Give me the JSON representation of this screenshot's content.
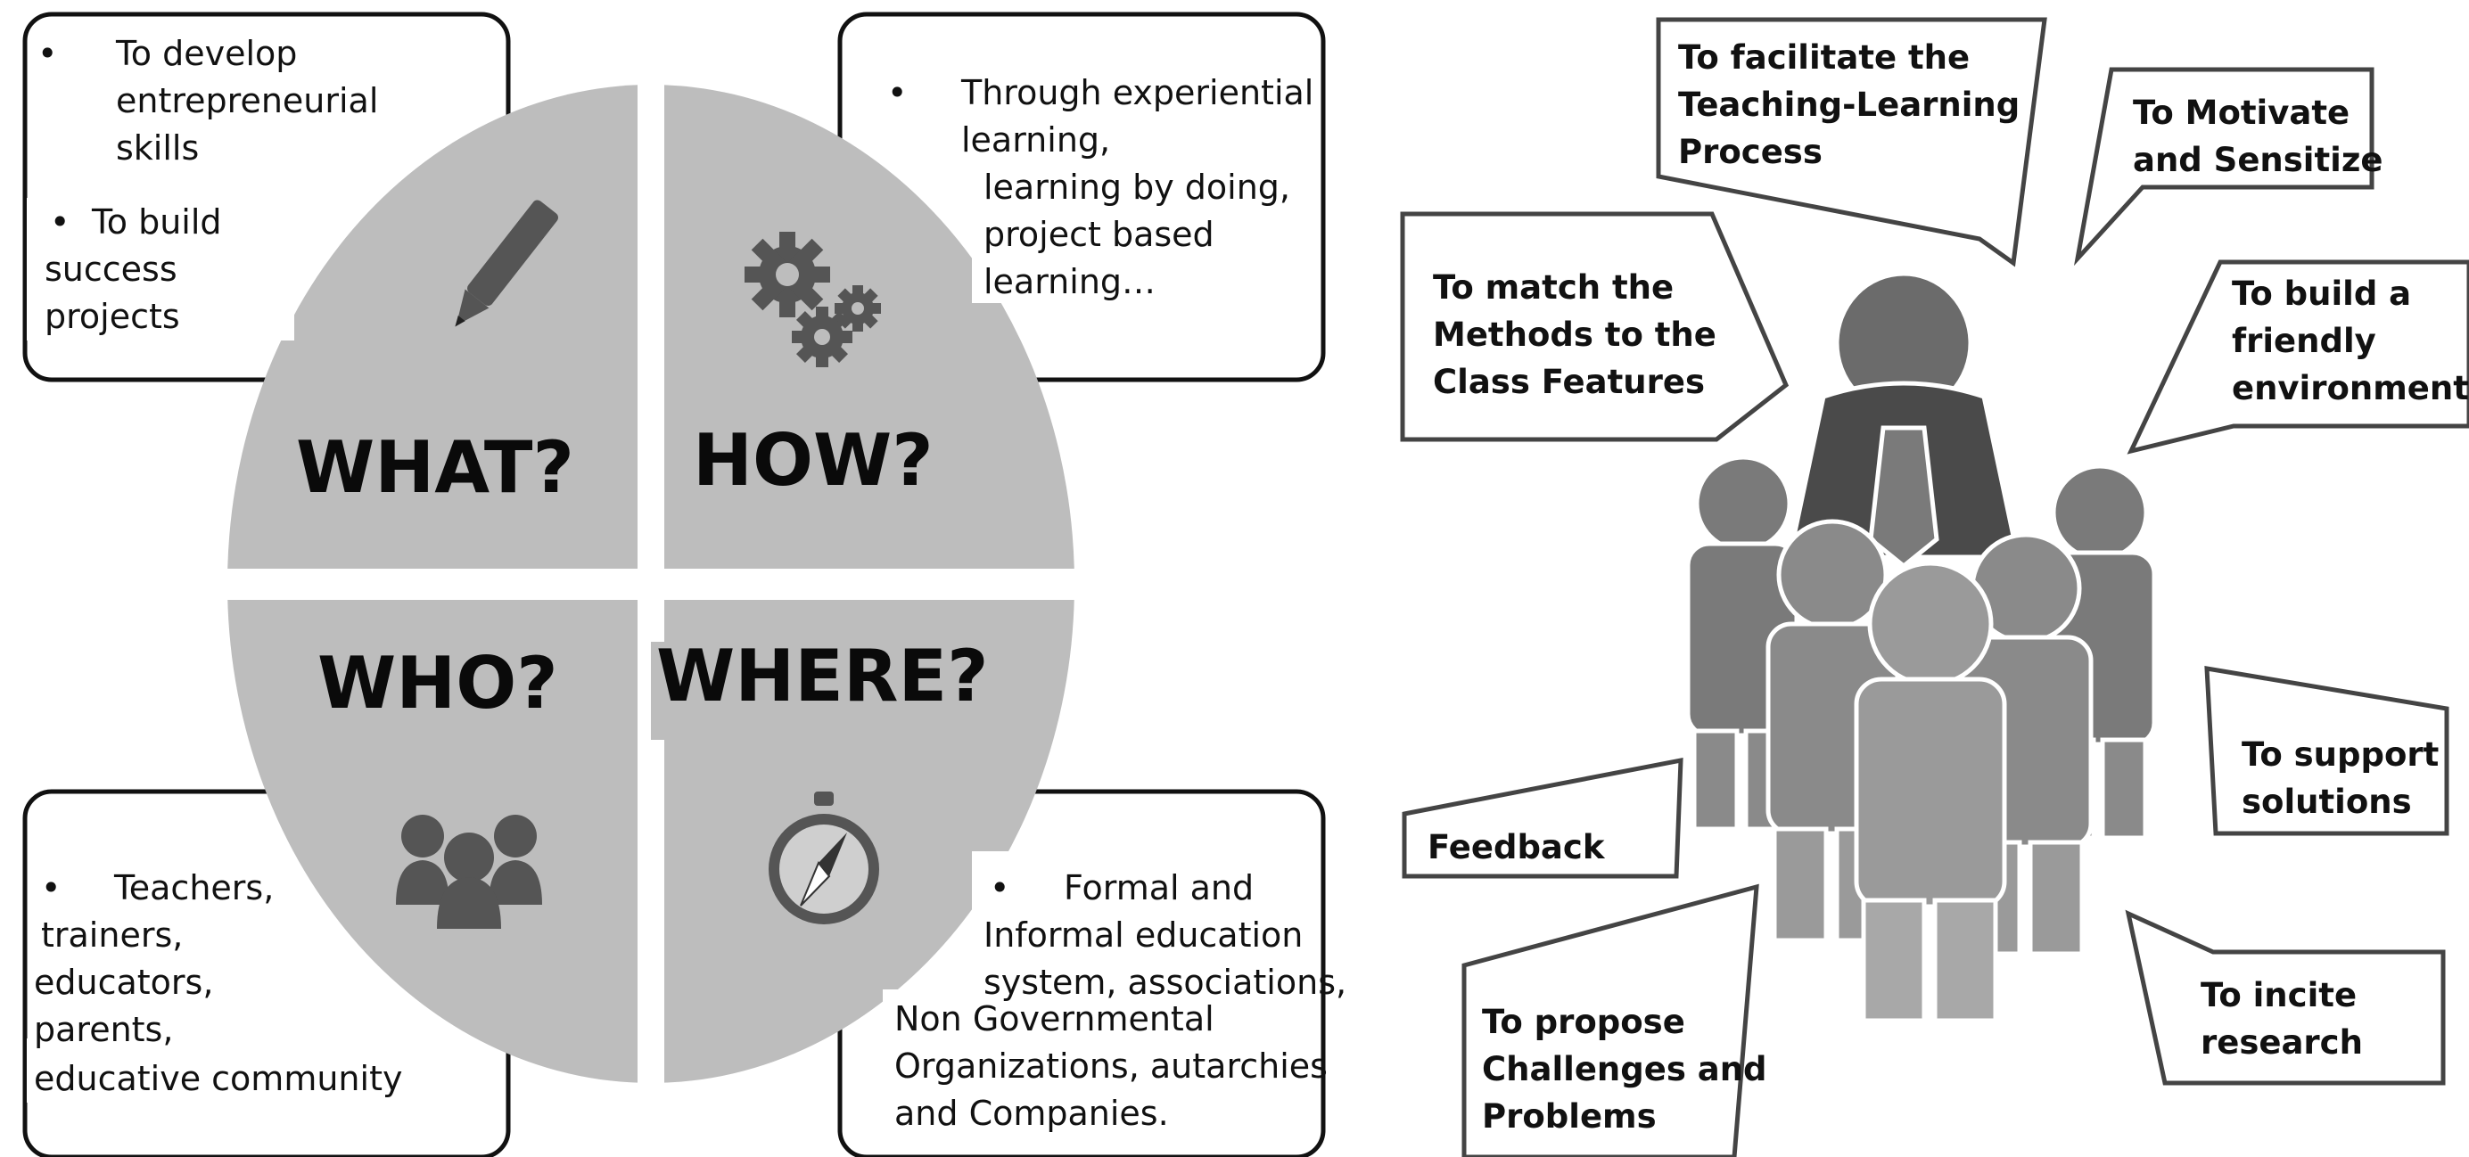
{
  "left": {
    "quadrants": {
      "what": "WHAT?",
      "how": "HOW?",
      "who": "WHO?",
      "where": "WHERE?"
    },
    "boxes": {
      "what": {
        "b1_l1": "To develop",
        "b1_l2": "entrepreneurial",
        "b1_l3": "skills",
        "b2_l1": "To build",
        "b2_l2": "success",
        "b2_l3": "projects"
      },
      "how": {
        "l1": "Through experiential",
        "l2": "learning,",
        "l3": "learning by doing,",
        "l4": "project based",
        "l5": "learning…"
      },
      "who": {
        "l1": "Teachers,",
        "l2": "trainers,",
        "l3": "educators,",
        "l4": "parents,",
        "l5": "educative community"
      },
      "where": {
        "l1": "Formal and",
        "l2": "Informal education",
        "l3": "system, associations,",
        "l4": "Non Governmental",
        "l5": "Organizations, autarchies",
        "l6": "and Companies."
      }
    },
    "icons": [
      "pencil-icon",
      "gears-icon",
      "people-icon",
      "compass-icon"
    ]
  },
  "right": {
    "goals": {
      "facilitate": [
        "To facilitate the",
        "Teaching-Learning",
        "Process"
      ],
      "motivate": [
        "To Motivate",
        "and Sensitize"
      ],
      "match": [
        "To match the",
        "Methods to the",
        "Class Features"
      ],
      "friendly": [
        "To build a",
        "friendly",
        "environment"
      ],
      "support": [
        "To support",
        "solutions"
      ],
      "feedback": [
        "Feedback"
      ],
      "propose": [
        "To propose",
        "Challenges and",
        "Problems"
      ],
      "incite": [
        "To incite",
        "research"
      ]
    },
    "illustration": "teacher-with-group-icon"
  },
  "colors": {
    "quadrant_fill": "#bdbdbd",
    "icon_fill": "#555555",
    "figure_fill": "#7a7a7a",
    "box_stroke": "#111111"
  }
}
